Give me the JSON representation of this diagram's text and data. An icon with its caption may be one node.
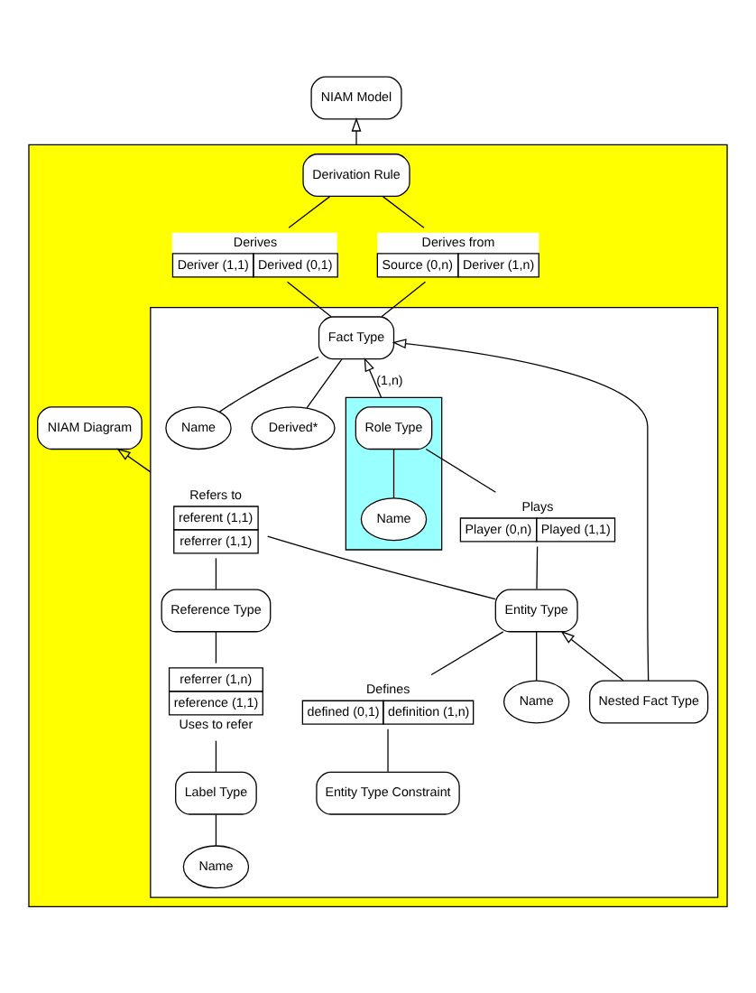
{
  "diagram": {
    "nodes": [
      {
        "text": [
          "NIAM Model"
        ]
      },
      {
        "text": [],
        "shape": "box"
      },
      {
        "text": [
          "Derivation Rule"
        ],
        "in": 1
      },
      {
        "text": [
          "NIAM Diagram"
        ],
        "in": 1
      },
      {
        "text": [
          "Derives",
          "Deriver (1,1)",
          "Derived (0,1)"
        ],
        "in": 1
      },
      {
        "text": [
          "Derives from",
          "Source (0,n)",
          "Deriver (1,n)"
        ],
        "in": 1
      },
      {
        "text": [],
        "shape": "box",
        "in": 1
      },
      {
        "text": [
          "Refers to",
          "referent (1,1)",
          "referrer (1,1)"
        ],
        "in": 6
      },
      {
        "text": [
          "Entity Type"
        ],
        "in": 6
      },
      {
        "text": [
          "Name"
        ],
        "in": 6
      },
      {
        "text": [
          "Fact Type"
        ],
        "in": 6
      },
      {
        "text": [
          "Name"
        ],
        "in": 6
      },
      {
        "text": [
          "Derived*"
        ],
        "in": 6
      },
      {
        "text": [
          "Nested Fact Type"
        ],
        "in": 6
      },
      {
        "text": [],
        "shape": "box",
        "in": 6
      },
      {
        "text": [
          "Role Type"
        ],
        "in": 14
      },
      {
        "text": [
          "Name"
        ],
        "in": 14
      },
      {
        "text": [
          "Reference Type"
        ],
        "in": 6
      },
      {
        "text": [
          "Plays",
          "Player (0,n)",
          "Played (1,1)"
        ],
        "in": 6
      },
      {
        "text": [
          "referrer (1,n)",
          "reference (1,1)",
          "Uses to refer"
        ],
        "in": 6
      },
      {
        "text": [
          "Defines",
          "defined (0,1)",
          "definition (1,n)"
        ],
        "in": 6
      },
      {
        "text": [
          "Entity Type Constraint"
        ],
        "in": 6
      },
      {
        "text": [
          "Label Type"
        ],
        "in": 6
      },
      {
        "text": [
          "Name"
        ],
        "in": 6
      }
    ],
    "edges": [
      {
        "from": 1,
        "to": 0,
        "arrow": "to"
      },
      {
        "from": 6,
        "to": 3,
        "arrow": "to"
      },
      {
        "from": 2,
        "to": 4,
        "arrow": "none"
      },
      {
        "from": 2,
        "to": 5,
        "arrow": "none"
      },
      {
        "from": 4,
        "to": 10,
        "arrow": "none"
      },
      {
        "from": 5,
        "to": 10,
        "arrow": "none"
      },
      {
        "from": 7,
        "to": 8,
        "arrow": "none"
      },
      {
        "from": 8,
        "to": 9,
        "arrow": "none"
      },
      {
        "from": 10,
        "to": 11,
        "arrow": "none"
      },
      {
        "from": 10,
        "to": 12,
        "arrow": "none"
      },
      {
        "from": 13,
        "to": 8,
        "arrow": "to"
      },
      {
        "from": 13,
        "to": 10,
        "arrow": "to"
      },
      {
        "from": 14,
        "to": 10,
        "arrow": "to",
        "label": "(1,n)"
      },
      {
        "from": 15,
        "to": 16,
        "arrow": "none"
      },
      {
        "from": 7,
        "to": 17,
        "arrow": "none"
      },
      {
        "from": 15,
        "to": 18,
        "arrow": "none"
      },
      {
        "from": 18,
        "to": 8,
        "arrow": "none"
      },
      {
        "from": 17,
        "to": 19,
        "arrow": "none"
      },
      {
        "from": 8,
        "to": 20,
        "arrow": "none"
      },
      {
        "from": 20,
        "to": 21,
        "arrow": "none"
      },
      {
        "from": 19,
        "to": 22,
        "arrow": "none"
      },
      {
        "from": 22,
        "to": 23,
        "arrow": "none"
      }
    ]
  }
}
